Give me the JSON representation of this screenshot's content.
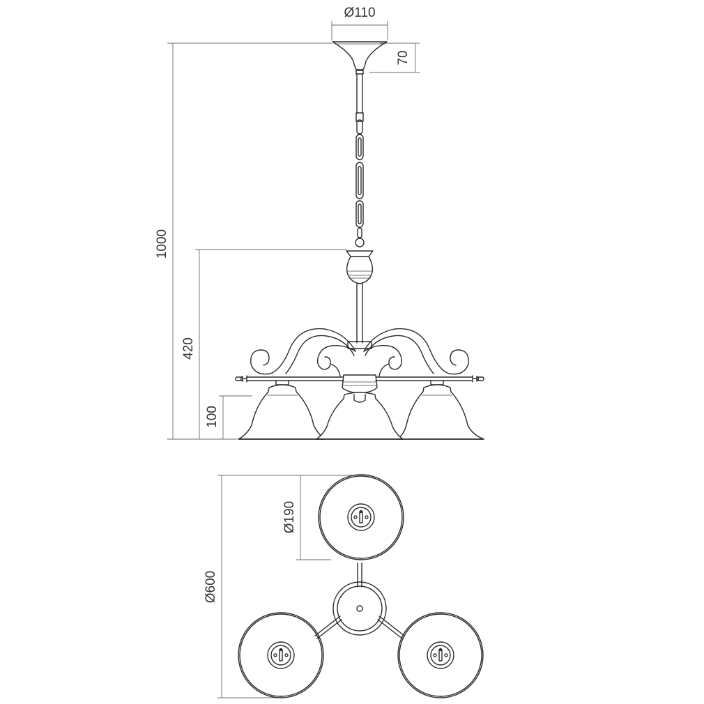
{
  "dimensions": {
    "canopy_diameter": "Ø110",
    "canopy_height": "70",
    "total_height": "1000",
    "body_height": "420",
    "shade_height": "100",
    "shade_diameter": "Ø190",
    "overall_diameter": "Ø600"
  },
  "colors": {
    "line": "#2b2b2b",
    "dimension": "#6a6a6a",
    "background": "#ffffff"
  }
}
